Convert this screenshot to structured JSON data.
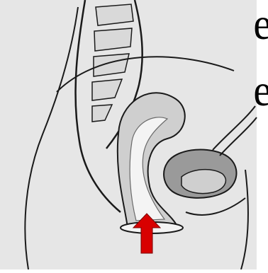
{
  "text_fragments": [
    "e",
    "e"
  ],
  "colors": {
    "background": "#ffffff",
    "illustration_bg": "#e6e6e6",
    "outline": "#1a1a1a",
    "tissue": "#cfcfcf",
    "shadow": "#9a9a9a",
    "lumen": "#f4f4f4",
    "arrow": "#d80000"
  },
  "icons": [
    "pelvic-anatomy-illustration",
    "red-up-arrow-icon"
  ]
}
